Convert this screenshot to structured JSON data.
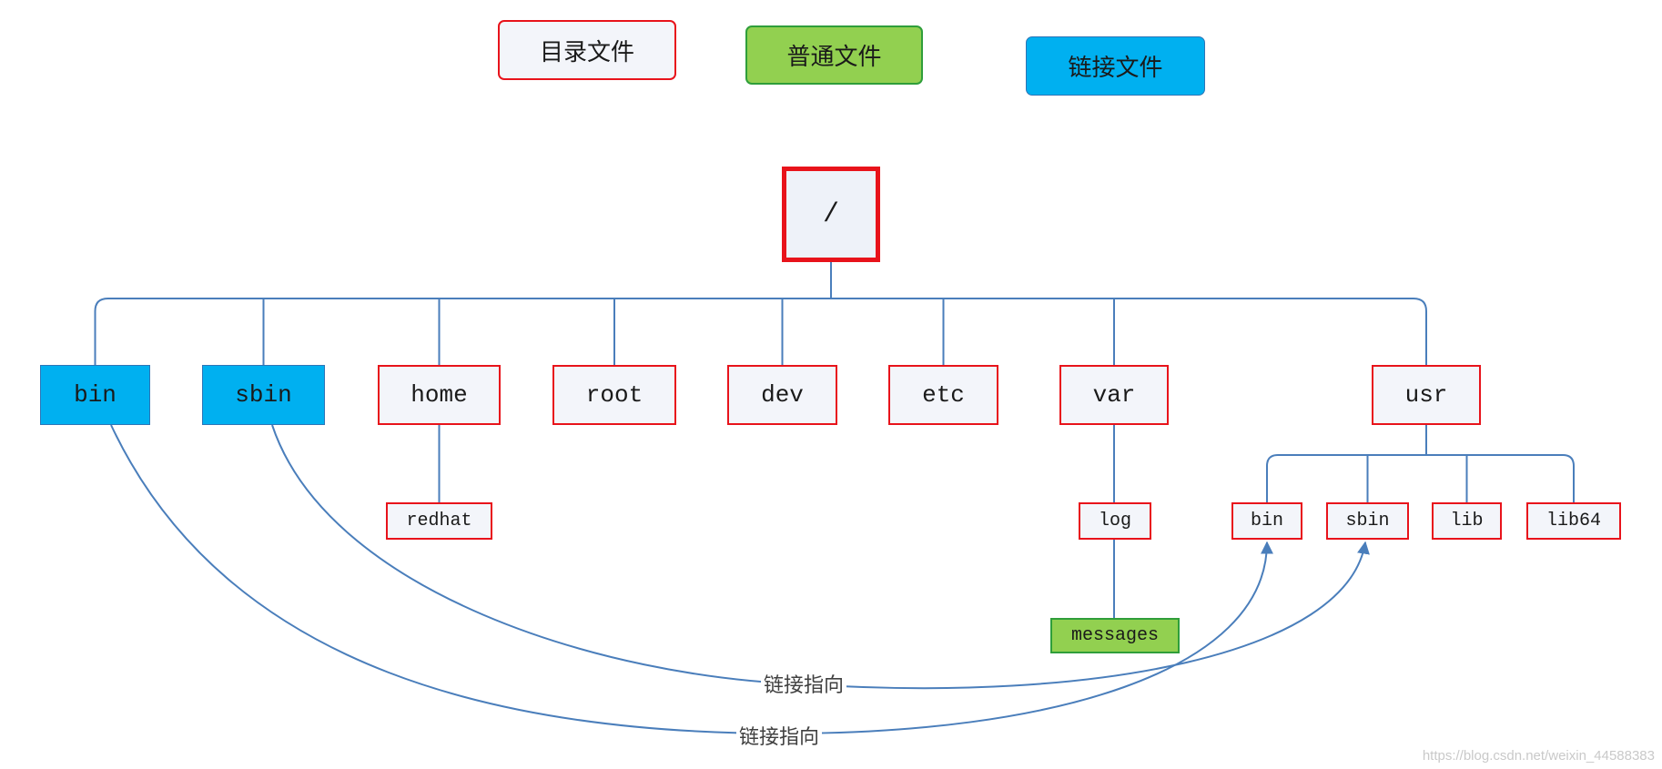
{
  "legend": [
    {
      "label": "目录文件",
      "type": "directory"
    },
    {
      "label": "普通文件",
      "type": "regular"
    },
    {
      "label": "链接文件",
      "type": "link"
    }
  ],
  "tree": {
    "root": "/",
    "level1": [
      {
        "name": "bin",
        "type": "link"
      },
      {
        "name": "sbin",
        "type": "link"
      },
      {
        "name": "home",
        "type": "directory"
      },
      {
        "name": "root",
        "type": "directory"
      },
      {
        "name": "dev",
        "type": "directory"
      },
      {
        "name": "etc",
        "type": "directory"
      },
      {
        "name": "var",
        "type": "directory"
      },
      {
        "name": "usr",
        "type": "directory"
      }
    ],
    "home_children": [
      {
        "name": "redhat",
        "type": "directory"
      }
    ],
    "var_children": [
      {
        "name": "log",
        "type": "directory"
      }
    ],
    "log_children": [
      {
        "name": "messages",
        "type": "regular"
      }
    ],
    "usr_children": [
      {
        "name": "bin",
        "type": "directory"
      },
      {
        "name": "sbin",
        "type": "directory"
      },
      {
        "name": "lib",
        "type": "directory"
      },
      {
        "name": "lib64",
        "type": "directory"
      }
    ]
  },
  "links": [
    {
      "from": "sbin",
      "to": "usr/sbin",
      "label": "链接指向"
    },
    {
      "from": "bin",
      "to": "usr/bin",
      "label": "链接指向"
    }
  ],
  "colors": {
    "directory_fill": "#f3f5fa",
    "directory_border": "#e8131b",
    "regular_fill": "#92d050",
    "link_fill": "#00b0f0",
    "connector": "#4a7ebb"
  },
  "watermark": "https://blog.csdn.net/weixin_44588383"
}
